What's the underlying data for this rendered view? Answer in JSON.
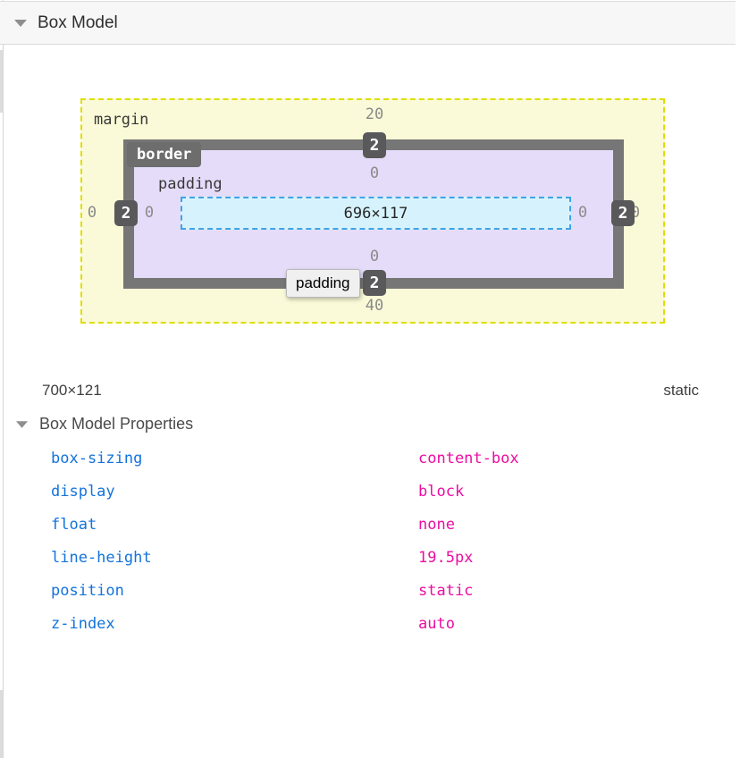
{
  "header": {
    "title": "Box Model"
  },
  "box_model": {
    "margin_label": "margin",
    "border_label": "border",
    "padding_label": "padding",
    "content_dimensions": "696×117",
    "values": {
      "margin": {
        "top": "20",
        "right": "0",
        "bottom": "40",
        "left": "0"
      },
      "border": {
        "top": "2",
        "right": "2",
        "bottom": "2",
        "left": "2"
      },
      "padding": {
        "top": "0",
        "right": "0",
        "bottom": "0",
        "left": "0"
      }
    },
    "tooltip": "padding"
  },
  "summary": {
    "dimensions": "700×121",
    "position": "static"
  },
  "properties_section": {
    "title": "Box Model Properties",
    "properties": [
      {
        "name": "box-sizing",
        "value": "content-box"
      },
      {
        "name": "display",
        "value": "block"
      },
      {
        "name": "float",
        "value": "none"
      },
      {
        "name": "line-height",
        "value": "19.5px"
      },
      {
        "name": "position",
        "value": "static"
      },
      {
        "name": "z-index",
        "value": "auto"
      }
    ]
  },
  "colors": {
    "margin_fill": "#fafad8",
    "margin_dash": "#dede00",
    "border_fill": "#767676",
    "badge_fill": "#59595b",
    "padding_fill": "#e4dcf9",
    "content_fill": "#d6f3fd",
    "content_dash": "#41a3e4",
    "property_name": "#1373dc",
    "property_value": "#eb0da2"
  }
}
